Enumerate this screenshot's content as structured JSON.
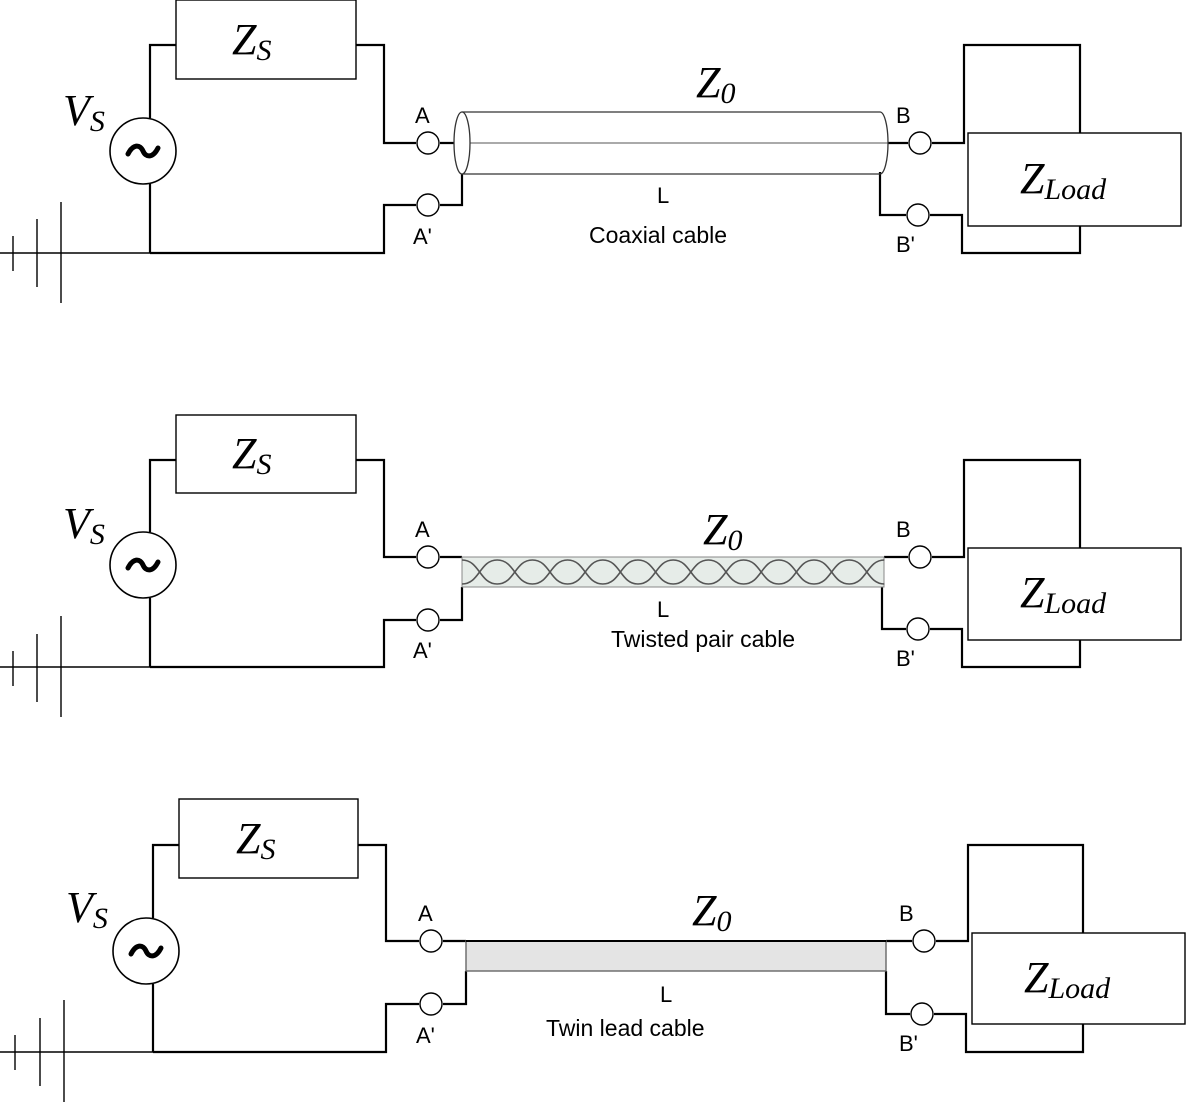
{
  "panels": [
    {
      "cable_type": "coaxial",
      "source_symbol": "V",
      "source_subscript": "S",
      "source_impedance_symbol": "Z",
      "source_impedance_subscript": "S",
      "line_impedance_symbol": "Z",
      "line_impedance_subscript": "0",
      "load_symbol": "Z",
      "load_subscript": "Load",
      "terminal_a": "A",
      "terminal_a_prime": "A'",
      "terminal_b": "B",
      "terminal_b_prime": "B'",
      "length_label": "L",
      "caption": "Coaxial cable"
    },
    {
      "cable_type": "twisted-pair",
      "source_symbol": "V",
      "source_subscript": "S",
      "source_impedance_symbol": "Z",
      "source_impedance_subscript": "S",
      "line_impedance_symbol": "Z",
      "line_impedance_subscript": "0",
      "load_symbol": "Z",
      "load_subscript": "Load",
      "terminal_a": "A",
      "terminal_a_prime": "A'",
      "terminal_b": "B",
      "terminal_b_prime": "B'",
      "length_label": "L",
      "caption": "Twisted pair cable"
    },
    {
      "cable_type": "twin-lead",
      "source_symbol": "V",
      "source_subscript": "S",
      "source_impedance_symbol": "Z",
      "source_impedance_subscript": "S",
      "line_impedance_symbol": "Z",
      "line_impedance_subscript": "0",
      "load_symbol": "Z",
      "load_subscript": "Load",
      "terminal_a": "A",
      "terminal_a_prime": "A'",
      "terminal_b": "B",
      "terminal_b_prime": "B'",
      "length_label": "L",
      "caption": "Twin lead cable"
    }
  ],
  "colors": {
    "twisted_fill": "#e6ece8",
    "twisted_wire": "#555555",
    "twin_fill": "#e4e4e4",
    "coax_line": "#555555"
  }
}
